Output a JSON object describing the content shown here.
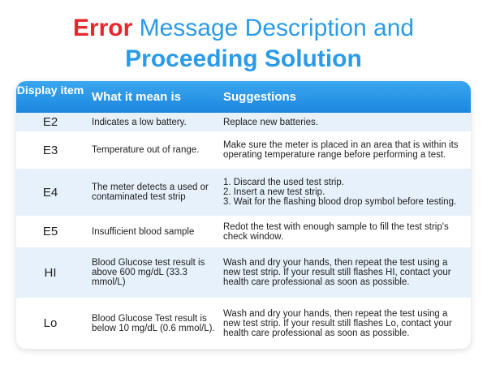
{
  "title": {
    "word_error": "Error",
    "line1_rest": " Message Description and",
    "line2": "Proceeding Solution"
  },
  "table": {
    "headers": [
      "Display item",
      "What it mean is",
      "Suggestions"
    ],
    "rows": [
      {
        "code": "E2",
        "meaning": "Indicates a low battery.",
        "suggestion": "Replace new batteries."
      },
      {
        "code": "E3",
        "meaning": "Temperature out of range.",
        "suggestion": "Make sure the meter is placed in an area that is within its operating temperature range before performing a test."
      },
      {
        "code": "E4",
        "meaning": "The meter detects a used or contaminated test strip",
        "suggestion": "1. Discard the used test strip.\n2. Insert a new test strip.\n3. Wait for the flashing blood drop symbol before testing."
      },
      {
        "code": "E5",
        "meaning": "Insufficient blood sample",
        "suggestion": "Redot the test with enough sample to fill the test strip's check window."
      },
      {
        "code": "HI",
        "meaning": "Blood Glucose test result is above 600 mg/dL (33.3 mmol/L)",
        "suggestion": "Wash and dry your hands, then repeat the test using a new test strip. If your result still flashes HI, contact your health care professional as soon as possible."
      },
      {
        "code": "Lo",
        "meaning": "Blood Glucose Test result is below 10 mg/dL (0.6 mmol/L).",
        "suggestion": "Wash and dry your hands, then repeat the test using a new test strip. If your result still flashes Lo, contact your health care professional as soon as possible."
      }
    ]
  },
  "colors": {
    "title_red": "#e8262d",
    "title_blue": "#2a9be8",
    "header_blue": "#1c86de",
    "row_alt": "#e6f1fb"
  }
}
